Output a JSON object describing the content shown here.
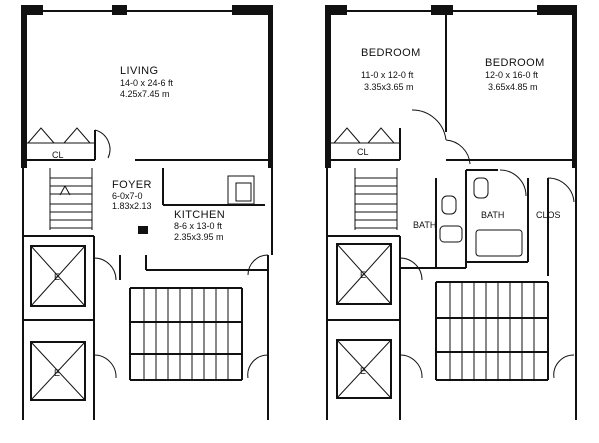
{
  "lower_level": {
    "living": {
      "name": "LIVING",
      "dim_ft": "14-0 x 24-6 ft",
      "dim_m": "4.25x7.45 m"
    },
    "closet": "CL",
    "foyer": {
      "name": "FOYER",
      "dim_ft": "6-0x7-0",
      "dim_m": "1.83x2.13"
    },
    "kitchen": {
      "name": "KITCHEN",
      "dim_ft": "8-6 x 13-0 ft",
      "dim_m": "2.35x3.95 m"
    },
    "elevator_1": "E",
    "elevator_2": "E"
  },
  "upper_level": {
    "bedroom_1": {
      "name": "BEDROOM",
      "dim_ft": "11-0 x 12-0 ft",
      "dim_m": "3.35x3.65 m"
    },
    "bedroom_2": {
      "name": "BEDROOM",
      "dim_ft": "12-0 x 16-0 ft",
      "dim_m": "3.65x4.85 m"
    },
    "closet": "CL",
    "bath_1": "BATH",
    "bath_2": "BATH",
    "clos": "CLOS",
    "elevator_1": "E",
    "elevator_2": "E"
  }
}
